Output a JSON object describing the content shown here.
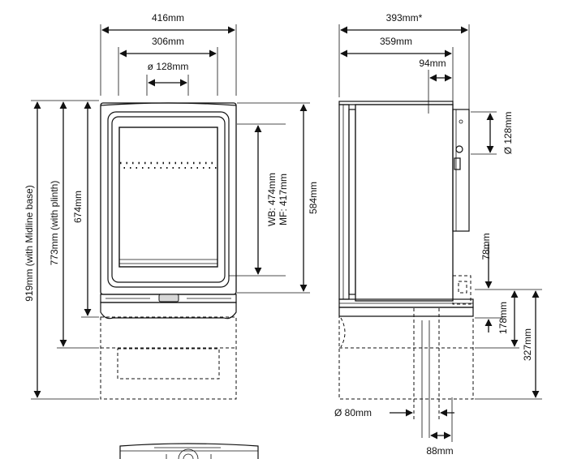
{
  "dimensions": {
    "front_width": "416mm",
    "front_inner_width": "306mm",
    "front_flue_dia": "ø 128mm",
    "side_depth": "393mm*",
    "side_inner_depth": "359mm",
    "side_flue_offset": "94mm",
    "side_flue_dia": "Ø 128mm",
    "height_midline": "919mm (with Midline base)",
    "height_plinth": "773mm (with plinth)",
    "height_674": "674mm",
    "height_584": "584mm",
    "logs_wb": "WB: 474mm",
    "logs_mf": "MF: 417mm",
    "h_78": "78mm",
    "h_178": "178mm",
    "h_327": "327mm",
    "air_dia": "Ø 80mm",
    "air_offset": "88mm"
  }
}
